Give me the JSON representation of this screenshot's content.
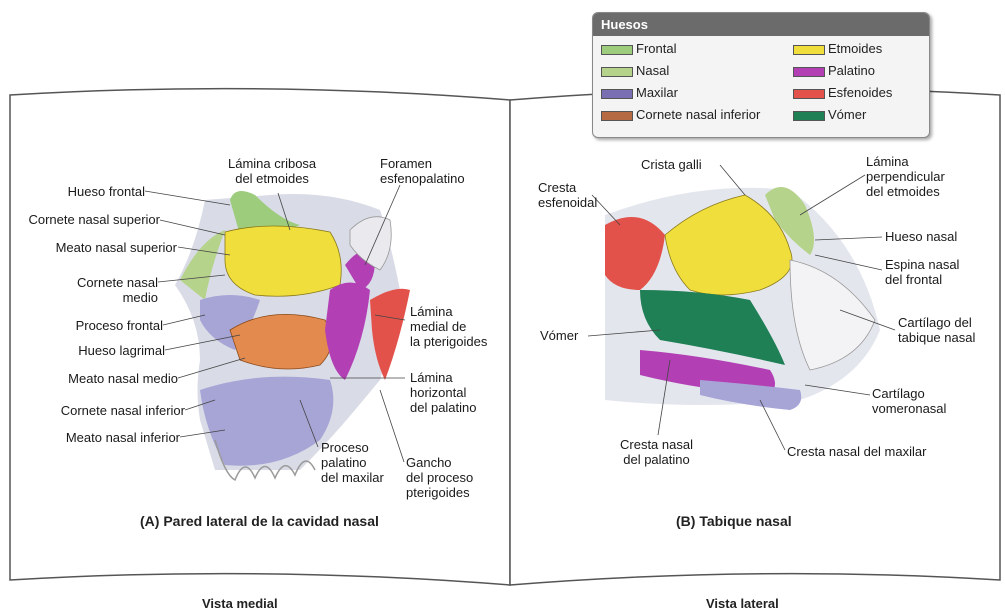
{
  "legend": {
    "title": "Huesos",
    "items": [
      {
        "label": "Frontal",
        "color": "#9ccc7c"
      },
      {
        "label": "Etmoides",
        "color": "#f0de3c"
      },
      {
        "label": "Nasal",
        "color": "#b5d38a"
      },
      {
        "label": "Palatino",
        "color": "#b33fb5"
      },
      {
        "label": "Maxilar",
        "color": "#7b6fb4"
      },
      {
        "label": "Esfenoides",
        "color": "#e2524a"
      },
      {
        "label": "Cornete nasal inferior",
        "color": "#b56a43"
      },
      {
        "label": "Vómer",
        "color": "#1f7f55"
      }
    ]
  },
  "left_panel": {
    "caption": "(A) Pared lateral de la cavidad nasal",
    "footer": "Vista medial",
    "labels": {
      "hueso_frontal": "Hueso frontal",
      "cornete_sup": "Cornete nasal superior",
      "meato_sup": "Meato nasal superior",
      "cornete_medio_1": "Cornete nasal",
      "cornete_medio_2": "medio",
      "proceso_frontal": "Proceso frontal",
      "lagrimal": "Hueso lagrimal",
      "meato_medio": "Meato nasal medio",
      "cornete_inf": "Cornete nasal inferior",
      "meato_inf": "Meato nasal inferior",
      "cribosa_1": "Lámina cribosa",
      "cribosa_2": "del etmoides",
      "foramen_1": "Foramen",
      "foramen_2": "esfenopalatino",
      "lam_medial_1": "Lámina",
      "lam_medial_2": "medial de",
      "lam_medial_3": "la pterigoides",
      "lam_horiz_1": "Lámina",
      "lam_horiz_2": "horizontal",
      "lam_horiz_3": "del palatino",
      "proc_pal_1": "Proceso",
      "proc_pal_2": "palatino",
      "proc_pal_3": "del maxilar",
      "gancho_1": "Gancho",
      "gancho_2": "del proceso",
      "gancho_3": "pterigoides"
    }
  },
  "right_panel": {
    "caption": "(B) Tabique nasal",
    "footer": "Vista lateral",
    "labels": {
      "crista_galli": "Crista galli",
      "cresta_esf_1": "Cresta",
      "cresta_esf_2": "esfenoidal",
      "vomer": "Vómer",
      "cresta_pal_1": "Cresta nasal",
      "cresta_pal_2": "del palatino",
      "cresta_max": "Cresta nasal del maxilar",
      "lam_perp_1": "Lámina",
      "lam_perp_2": "perpendicular",
      "lam_perp_3": "del etmoides",
      "hueso_nasal": "Hueso nasal",
      "espina_1": "Espina nasal",
      "espina_2": "del frontal",
      "cart_tab_1": "Cartílago del",
      "cart_tab_2": "tabique nasal",
      "cart_vom_1": "Cartílago",
      "cart_vom_2": "vomeronasal"
    }
  }
}
